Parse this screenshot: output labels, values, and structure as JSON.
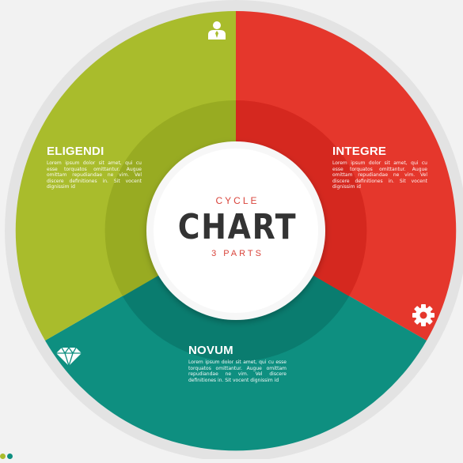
{
  "center": {
    "top": "CYCLE",
    "main": "CHART",
    "bottom": "3 PARTS"
  },
  "segments": [
    {
      "title": "INTEGRE",
      "body": "Lorem ipsum dolor sit amet, qui cu esse torquatos omittantur. Augue omittam repudiandae ne vim. Vel discere definitiones in. Sit vocent dignissim id",
      "color": "#e5372c",
      "icon": "gear-icon"
    },
    {
      "title": "NOVUM",
      "body": "Lorem ipsum dolor sit amet, qui cu esse torquatos omittantur. Augue omittam repudiandae ne vim. Vel discere definitiones in. Sit vocent dignissim id",
      "color": "#0e8f80",
      "icon": "diamond-icon"
    },
    {
      "title": "ELIGENDI",
      "body": "Lorem ipsum dolor sit amet, qui cu esse torquatos omittantur. Augue omittam repudiandae ne vim. Vel discere definitiones in. Sit vocent dignissim id",
      "color": "#a9bc2c",
      "icon": "person-icon"
    }
  ],
  "colors": {
    "red": "#e5372c",
    "teal": "#0e8f80",
    "green": "#a9bc2c",
    "ring": "#e3e3e3"
  }
}
